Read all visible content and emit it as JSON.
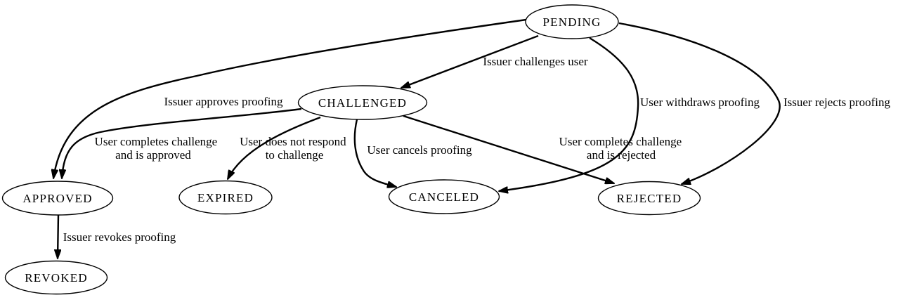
{
  "colors": {
    "background": "#ffffff",
    "node_fill": "#ffffff",
    "line": "#000000",
    "text": "#000000"
  },
  "nodes": [
    {
      "id": "PENDING",
      "label": "PENDING"
    },
    {
      "id": "CHALLENGED",
      "label": "CHALLENGED"
    },
    {
      "id": "APPROVED",
      "label": "APPROVED"
    },
    {
      "id": "EXPIRED",
      "label": "EXPIRED"
    },
    {
      "id": "CANCELED",
      "label": "CANCELED"
    },
    {
      "id": "REJECTED",
      "label": "REJECTED"
    },
    {
      "id": "REVOKED",
      "label": "REVOKED"
    }
  ],
  "edges": [
    {
      "from": "PENDING",
      "to": "CHALLENGED",
      "label": "Issuer challenges user",
      "label_lines": [
        "Issuer challenges user"
      ]
    },
    {
      "from": "PENDING",
      "to": "APPROVED",
      "label": "Issuer approves proofing",
      "label_lines": [
        "Issuer approves proofing"
      ]
    },
    {
      "from": "PENDING",
      "to": "CANCELED",
      "label": "User withdraws proofing",
      "label_lines": [
        "User withdraws proofing"
      ]
    },
    {
      "from": "PENDING",
      "to": "REJECTED",
      "label": "Issuer rejects proofing",
      "label_lines": [
        "Issuer rejects proofing"
      ]
    },
    {
      "from": "CHALLENGED",
      "to": "APPROVED",
      "label": "User completes challenge and is approved",
      "label_lines": [
        "User completes challenge",
        "and is approved"
      ]
    },
    {
      "from": "CHALLENGED",
      "to": "EXPIRED",
      "label": "User does not respond to challenge",
      "label_lines": [
        "User does not respond",
        "to challenge"
      ]
    },
    {
      "from": "CHALLENGED",
      "to": "CANCELED",
      "label": "User cancels proofing",
      "label_lines": [
        "User cancels proofing"
      ]
    },
    {
      "from": "CHALLENGED",
      "to": "REJECTED",
      "label": "User completes challenge and is rejected",
      "label_lines": [
        "User completes challenge",
        "and is rejected"
      ]
    },
    {
      "from": "APPROVED",
      "to": "REVOKED",
      "label": "Issuer revokes proofing",
      "label_lines": [
        "Issuer revokes proofing"
      ]
    }
  ]
}
